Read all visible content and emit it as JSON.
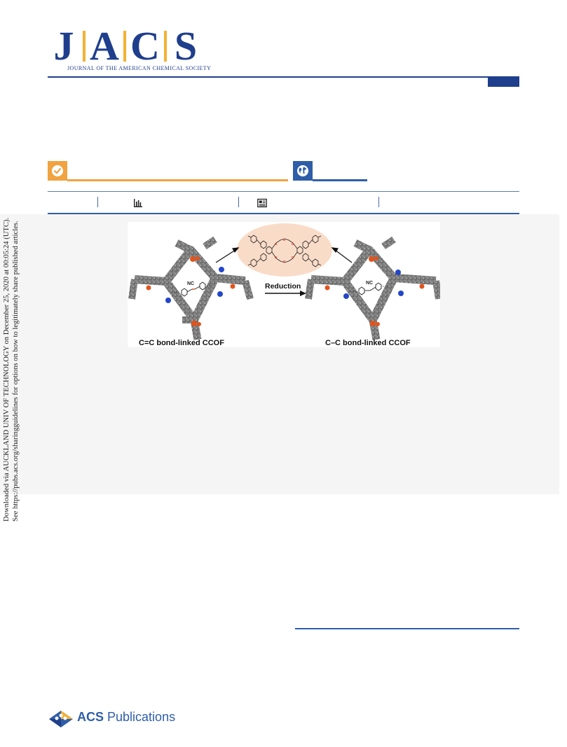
{
  "journal": {
    "letters": [
      "J",
      "A",
      "C",
      "S"
    ],
    "subtitle": "JOURNAL OF THE AMERICAN CHEMICAL SOCIETY"
  },
  "colors": {
    "brand_blue": "#1f3e8c",
    "accent_gold": "#f2b233",
    "open_access_orange": "#f0a340",
    "world_blue": "#2f5ea8",
    "panel_gray": "#f5f5f5"
  },
  "icons": {
    "open_access": "check-circle-icon",
    "worldwide": "globe-icon",
    "metrics": "bar-chart-icon",
    "article": "newspaper-icon"
  },
  "toc_graphic": {
    "reduction_label": "Reduction",
    "left_caption": "C=C bond-linked CCOF",
    "right_caption": "C–C bond-linked CCOF",
    "nc_label_left": "NC",
    "nc_label_right": "NC"
  },
  "side_note": {
    "line1": "Downloaded via AUCKLAND UNIV OF TECHNOLOGY on December 25, 2020 at 00:05:24 (UTC).",
    "line2": "See https://pubs.acs.org/sharingguidelines for options on how to legitimately share published articles."
  },
  "publisher": {
    "name_bold": "ACS",
    "name_rest": " Publications"
  }
}
